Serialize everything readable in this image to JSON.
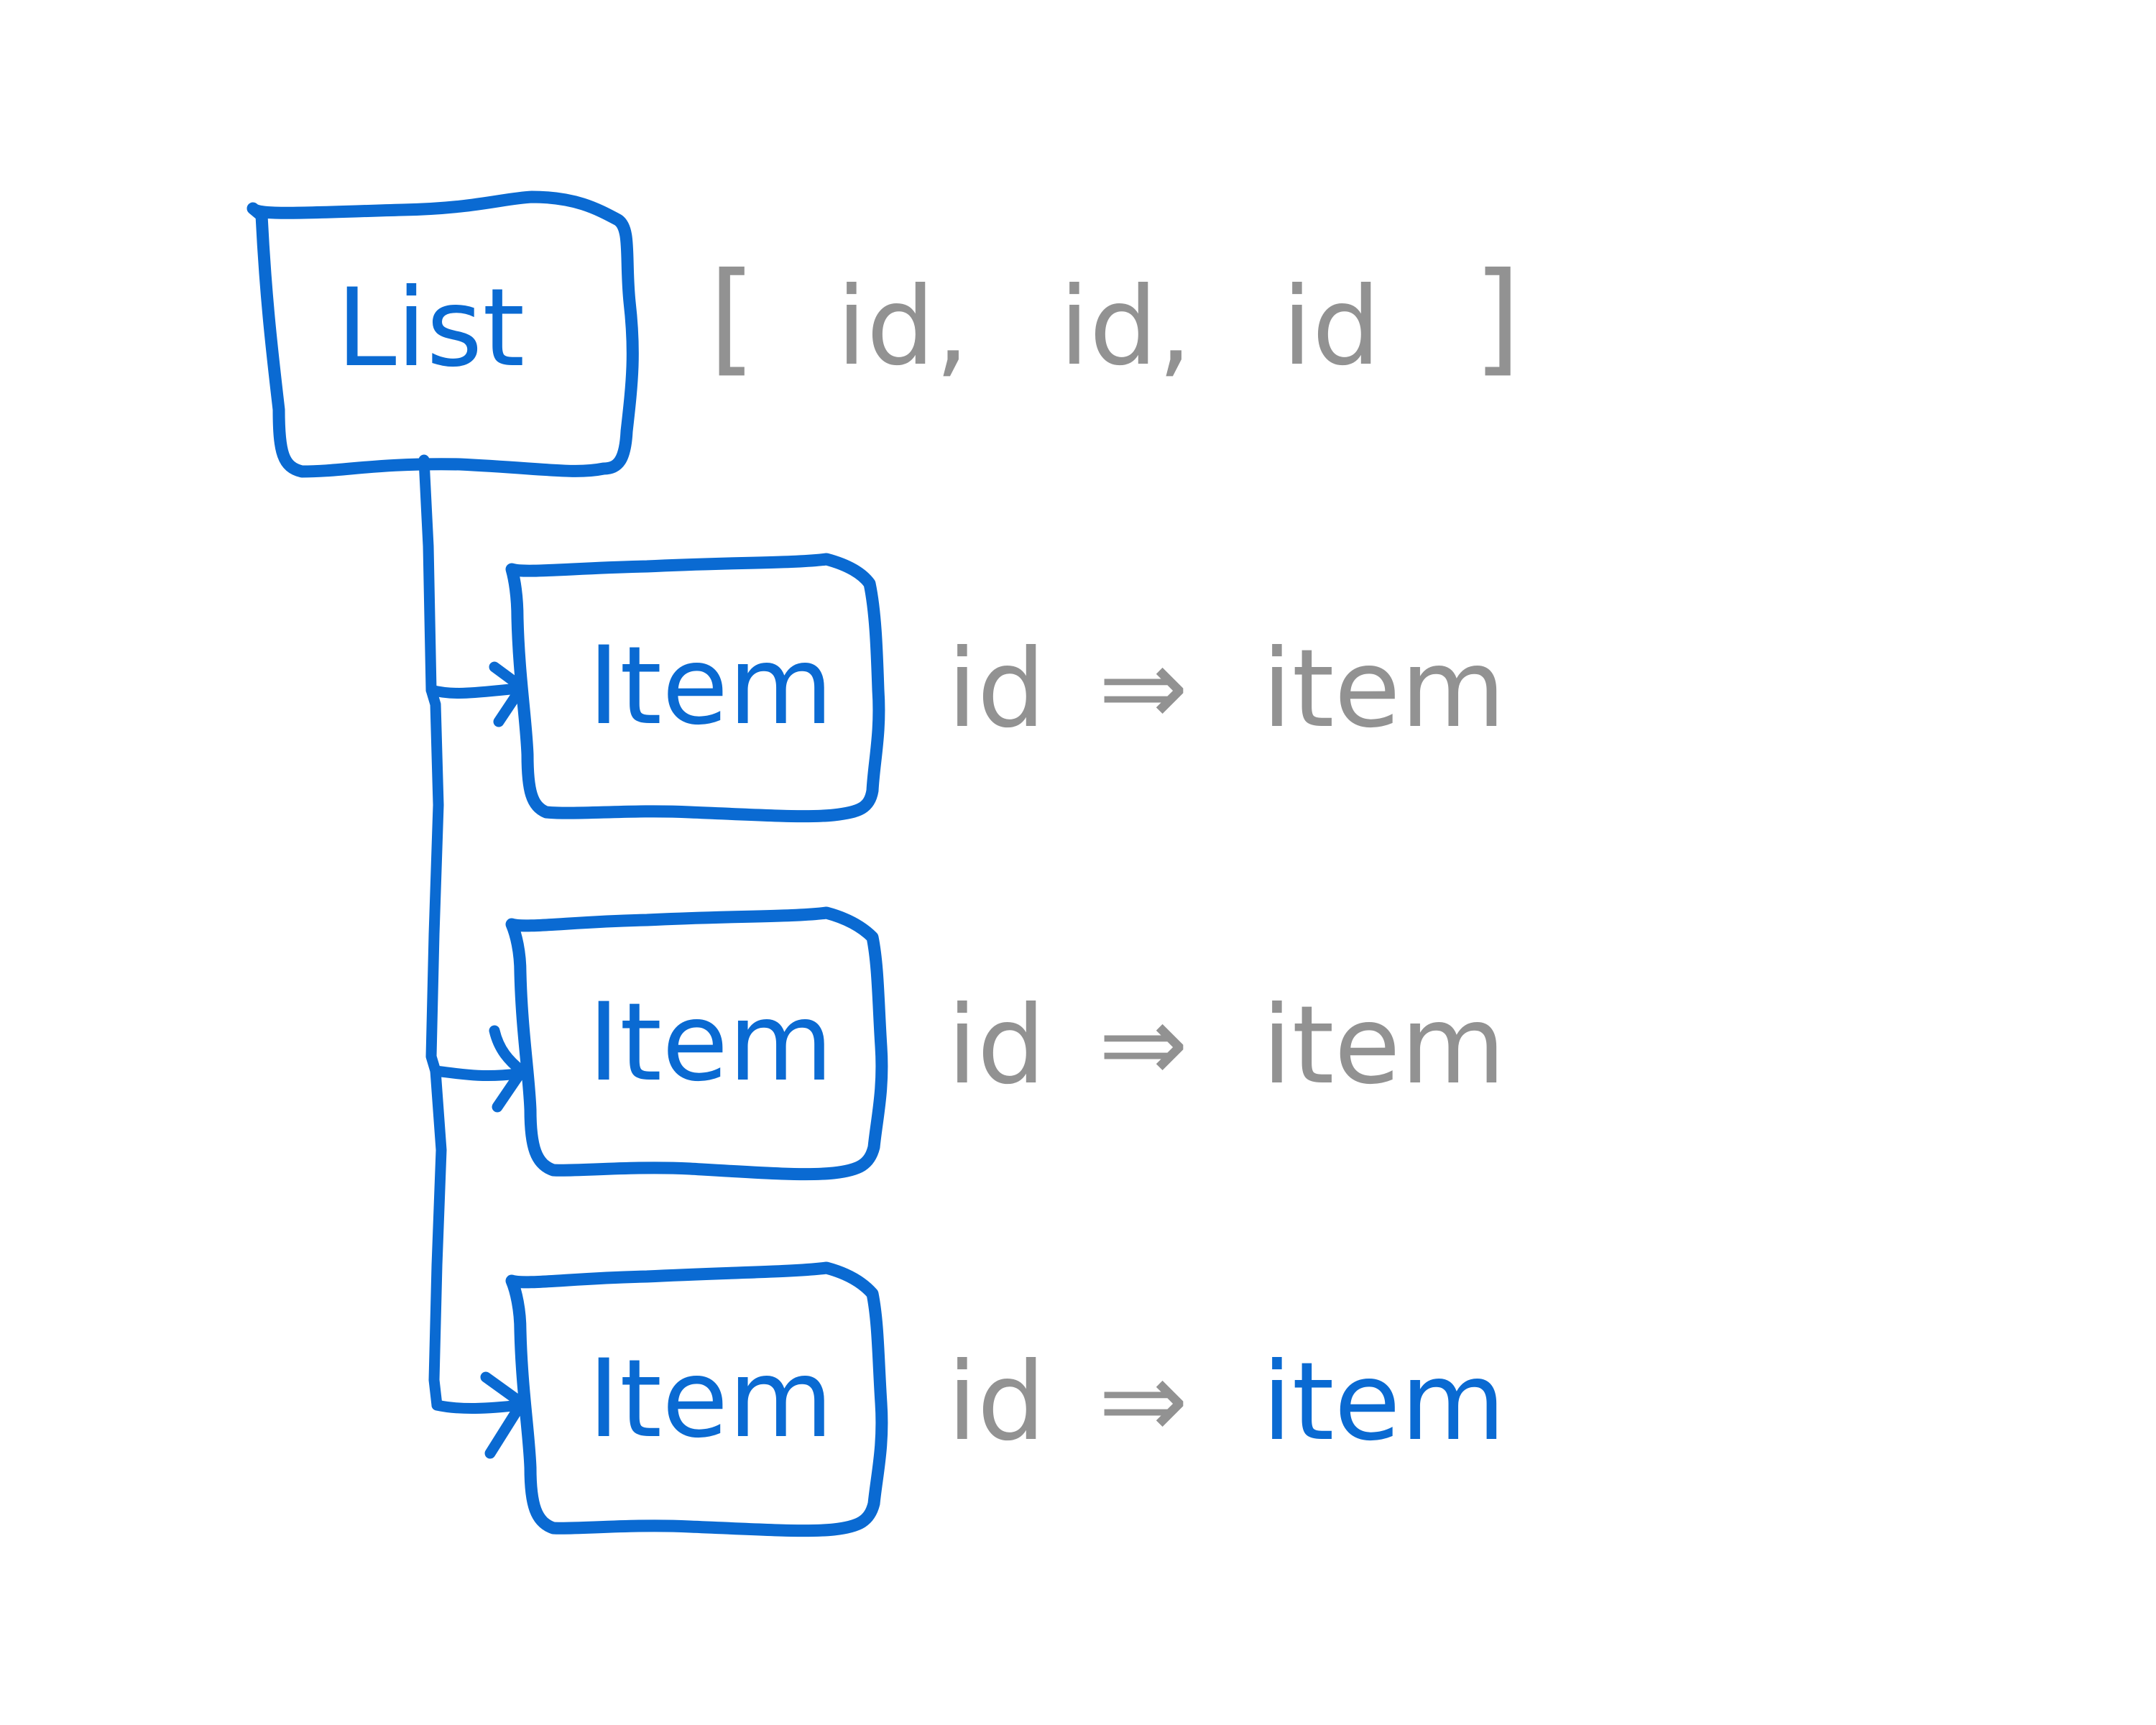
{
  "colors": {
    "accent": "#0a6ad2",
    "muted": "#929292",
    "background": "#ffffff"
  },
  "list_node": {
    "label": "List",
    "value": {
      "open": "[",
      "ids": [
        "id,",
        "id,",
        "id"
      ],
      "close": "]"
    }
  },
  "item_nodes": [
    {
      "label": "Item",
      "key": "id",
      "arrow": "⇒",
      "value": "item",
      "value_highlighted": false
    },
    {
      "label": "Item",
      "key": "id",
      "arrow": "⇒",
      "value": "item",
      "value_highlighted": false
    },
    {
      "label": "Item",
      "key": "id",
      "arrow": "⇒",
      "value": "item",
      "value_highlighted": true
    }
  ]
}
